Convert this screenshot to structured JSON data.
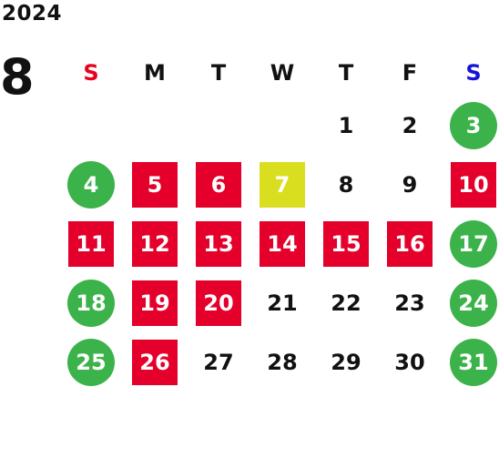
{
  "year": "2024",
  "month": "8",
  "weekdays": [
    {
      "label": "S",
      "kind": "sun"
    },
    {
      "label": "M",
      "kind": ""
    },
    {
      "label": "T",
      "kind": ""
    },
    {
      "label": "W",
      "kind": ""
    },
    {
      "label": "T",
      "kind": ""
    },
    {
      "label": "F",
      "kind": ""
    },
    {
      "label": "S",
      "kind": "sat"
    }
  ],
  "first_weekday_index": 4,
  "days": [
    {
      "d": "1",
      "style": ""
    },
    {
      "d": "2",
      "style": ""
    },
    {
      "d": "3",
      "style": "green"
    },
    {
      "d": "4",
      "style": "green"
    },
    {
      "d": "5",
      "style": "red"
    },
    {
      "d": "6",
      "style": "red"
    },
    {
      "d": "7",
      "style": "yellow"
    },
    {
      "d": "8",
      "style": ""
    },
    {
      "d": "9",
      "style": ""
    },
    {
      "d": "10",
      "style": "red"
    },
    {
      "d": "11",
      "style": "red"
    },
    {
      "d": "12",
      "style": "red"
    },
    {
      "d": "13",
      "style": "red"
    },
    {
      "d": "14",
      "style": "red"
    },
    {
      "d": "15",
      "style": "red"
    },
    {
      "d": "16",
      "style": "red"
    },
    {
      "d": "17",
      "style": "green"
    },
    {
      "d": "18",
      "style": "green"
    },
    {
      "d": "19",
      "style": "red"
    },
    {
      "d": "20",
      "style": "red"
    },
    {
      "d": "21",
      "style": ""
    },
    {
      "d": "22",
      "style": ""
    },
    {
      "d": "23",
      "style": ""
    },
    {
      "d": "24",
      "style": "green"
    },
    {
      "d": "25",
      "style": "green"
    },
    {
      "d": "26",
      "style": "red"
    },
    {
      "d": "27",
      "style": ""
    },
    {
      "d": "28",
      "style": ""
    },
    {
      "d": "29",
      "style": ""
    },
    {
      "d": "30",
      "style": ""
    },
    {
      "d": "31",
      "style": "green"
    }
  ],
  "colors": {
    "red": "#e4002b",
    "green": "#3bb34a",
    "yellow": "#d9df1f",
    "sunday_text": "#e8001c",
    "saturday_text": "#1414d8"
  }
}
